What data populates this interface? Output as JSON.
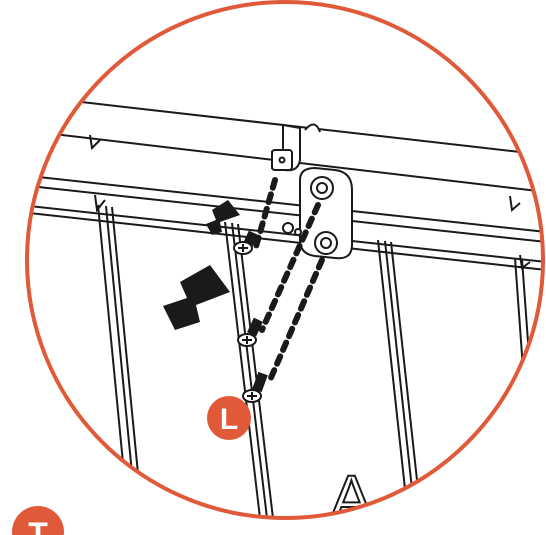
{
  "labels": {
    "badge_l": "L",
    "badge_t": "T",
    "part_letter": "A"
  },
  "colors": {
    "accent": "#e05a3a",
    "line": "#1a1a1a",
    "background": "#ffffff"
  },
  "icons": {
    "arrows": "up-right-arrow",
    "screws": "screw-icon",
    "bracket": "bracket-icon"
  }
}
